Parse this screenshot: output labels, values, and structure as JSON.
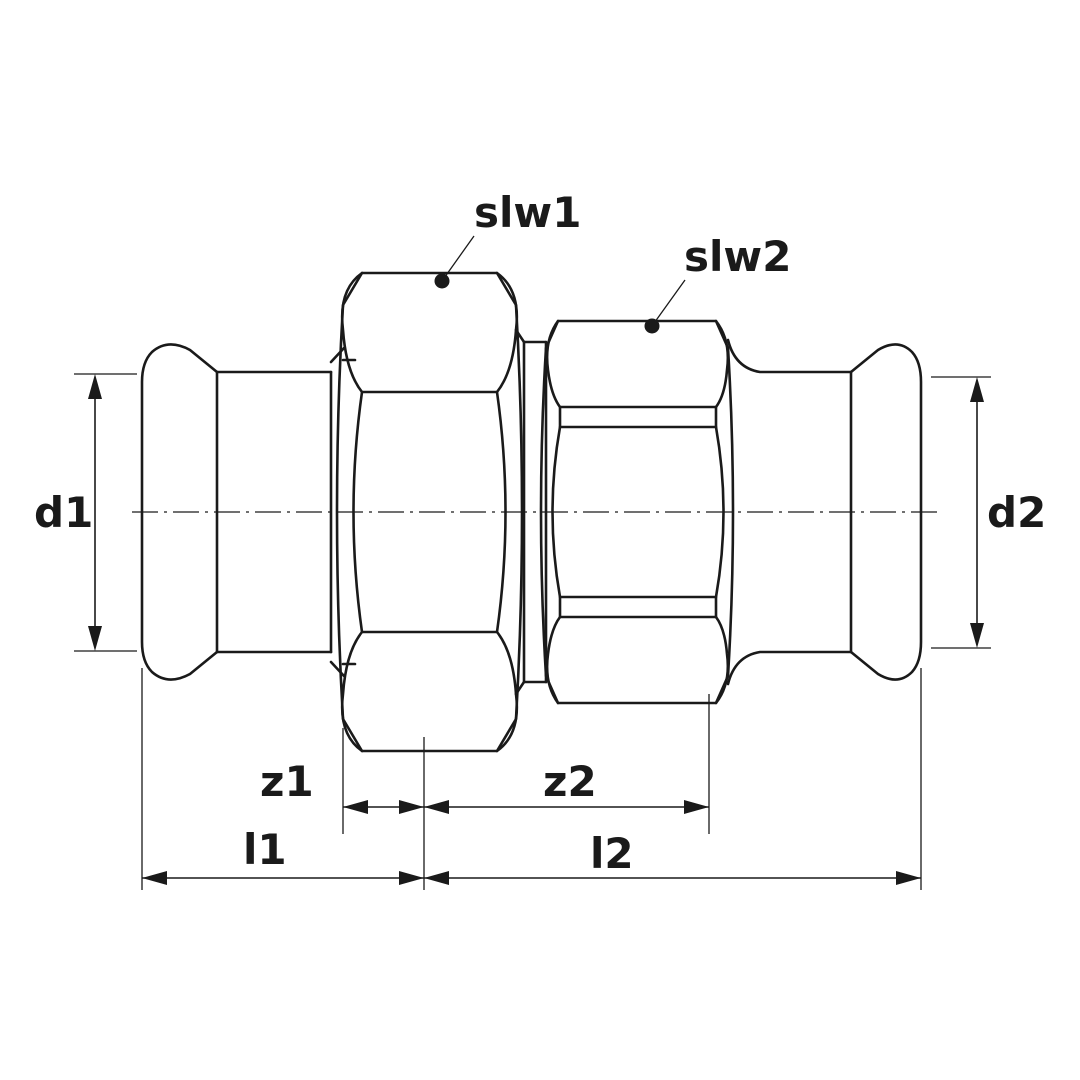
{
  "labels": {
    "d1": "d1",
    "d2": "d2",
    "slw1": "slw1",
    "slw2": "slw2",
    "z1": "z1",
    "z2": "z2",
    "l1": "l1",
    "l2": "l2"
  }
}
